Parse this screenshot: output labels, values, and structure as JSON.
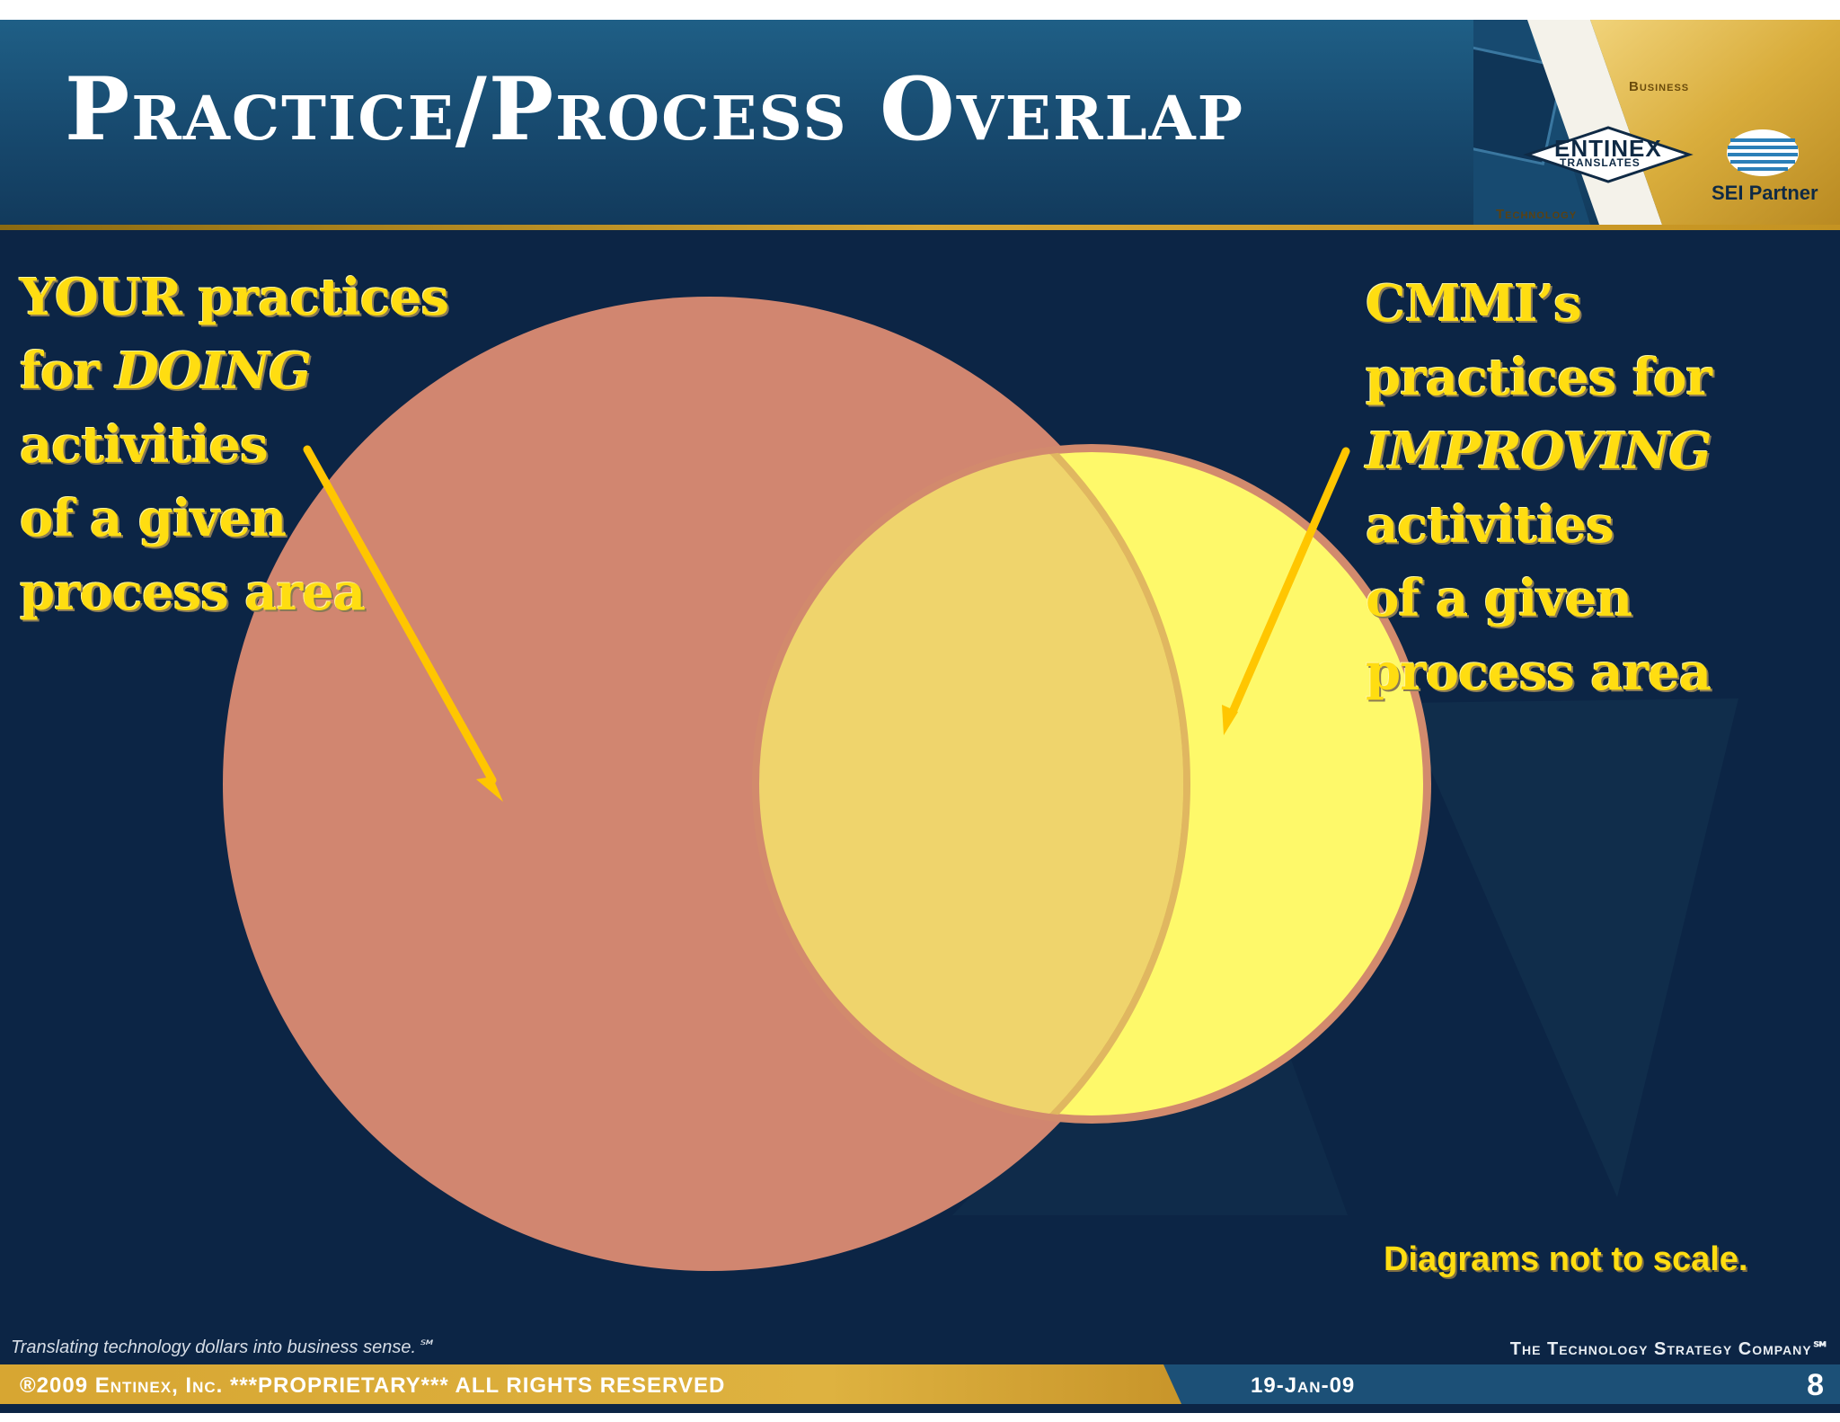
{
  "title": "Practice/Process Overlap",
  "brand": {
    "business": "Business",
    "entinex": "ENTINEX",
    "translates": "TRANSLATES",
    "technology": "Technology",
    "partner": "SEI Partner"
  },
  "diagram": {
    "left_label": {
      "line1": "YOUR practices",
      "line2a": "for ",
      "line2b": "DOING",
      "line3": "activities",
      "line4": "of a given",
      "line5": "process area"
    },
    "right_label": {
      "line1": "CMMI’s",
      "line2": "practices for",
      "line3": "IMPROVING",
      "line4": "activities",
      "line5": "of a given",
      "line6": "process area"
    },
    "note": "Diagrams not to scale.",
    "colors": {
      "left_circle": "#d18670",
      "right_circle": "#fef96a",
      "overlap": "#efd46c",
      "arrows": "#ffc600",
      "label_text": "#ffdd11"
    }
  },
  "footer": {
    "tagline": "Translating technology dollars into business sense.℠",
    "company": "The Technology Strategy Company℠",
    "copyright": "®2009 Entinex, Inc. ***PROPRIETARY*** ALL RIGHTS RESERVED",
    "date": "19-Jan-09",
    "page": "8"
  }
}
